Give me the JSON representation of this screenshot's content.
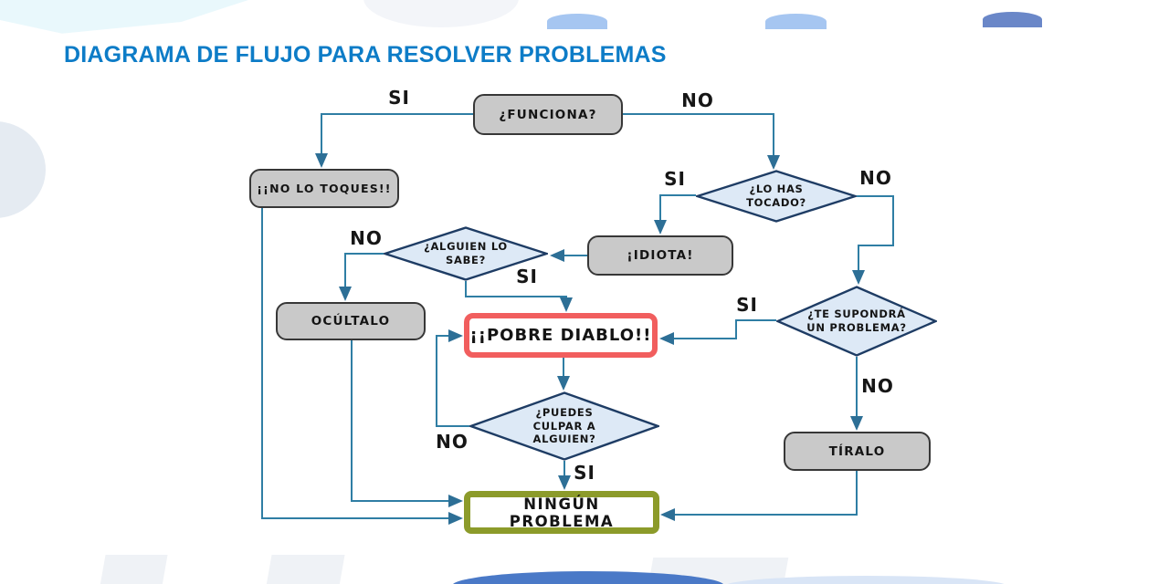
{
  "title": {
    "text": "DIAGRAMA DE FLUJO PARA RESOLVER PROBLEMAS",
    "color": "#0d7cc7"
  },
  "colors": {
    "line": "#2f7ea4",
    "box_fill": "#c9c9c9",
    "box_border": "#373737",
    "diamond_fill": "#dde9f6",
    "diamond_border": "#1e3c64",
    "red_callout_border": "#f15e5e",
    "olive_callout_border": "#8c9b2a",
    "dome_light": "#a6c6f1",
    "dome_dark": "#6a87c8"
  },
  "nodes": {
    "funciona": {
      "label": "¿FUNCIONA?"
    },
    "no_lo_toques": {
      "label": "¡¡NO LO TOQUES!!"
    },
    "lo_has_tocado": {
      "label": "¿LO HAS\nTOCADO?"
    },
    "idiota": {
      "label": "¡IDIOTA!"
    },
    "alguien_lo_sabe": {
      "label": "¿ALGUIEN LO\nSABE?"
    },
    "ocultalo": {
      "label": "OCÚLTALO"
    },
    "pobre_diablo": {
      "label": "¡¡POBRE DIABLO!!"
    },
    "te_supondra": {
      "label": "¿TE SUPONDRÁ\nUN PROBLEMA?"
    },
    "puedes_culpar": {
      "label": "¿PUEDES\nCULPAR A\nALGUIEN?"
    },
    "tiralo": {
      "label": "TÍRALO"
    },
    "ningun_problema": {
      "label": "NINGÚN PROBLEMA"
    }
  },
  "edge_labels": {
    "funciona_si": "SI",
    "funciona_no": "NO",
    "tocado_si": "SI",
    "tocado_no": "NO",
    "sabe_no": "NO",
    "sabe_si": "SI",
    "supondra_si": "SI",
    "supondra_no": "NO",
    "culpar_no": "NO",
    "culpar_si": "SI"
  }
}
